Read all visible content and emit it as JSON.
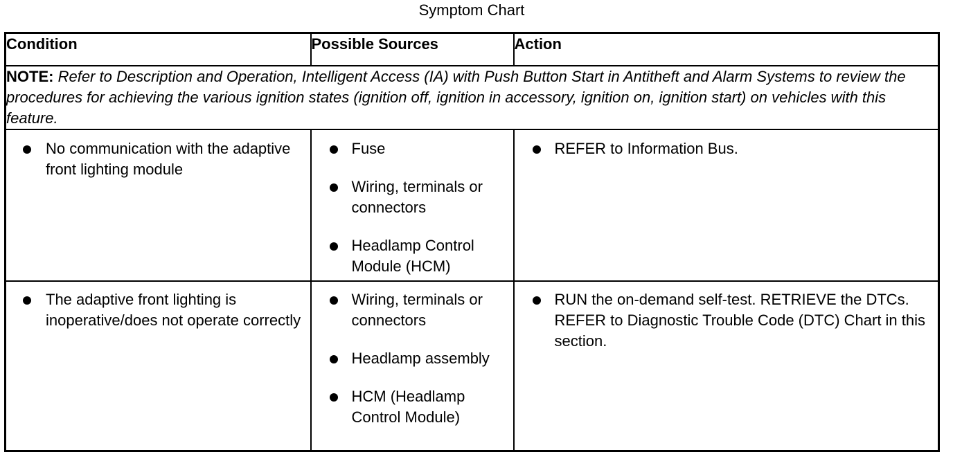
{
  "title": "Symptom Chart",
  "headers": {
    "condition": "Condition",
    "sources": "Possible Sources",
    "action": "Action"
  },
  "note": {
    "label": "NOTE:",
    "text": "Refer to Description and Operation, Intelligent Access (IA) with Push Button Start in Antitheft and Alarm Systems to review  the procedures for achieving the various ignition states (ignition off, ignition in accessory, ignition on, ignition start) on vehicles with this feature."
  },
  "rows": [
    {
      "condition": "No communication with the adaptive front lighting module",
      "sources": [
        "Fuse",
        "Wiring, terminals or connectors",
        "Headlamp Control Module (HCM)"
      ],
      "action": "REFER to Information Bus."
    },
    {
      "condition": "The adaptive front lighting is inoperative/does not operate correctly",
      "sources": [
        "Wiring, terminals or connectors",
        "Headlamp assembly",
        "HCM (Headlamp Control Module)"
      ],
      "action": "RUN the on-demand self-test. RETRIEVE the DTCs. REFER to Diagnostic Trouble Code (DTC) Chart in this section."
    }
  ]
}
